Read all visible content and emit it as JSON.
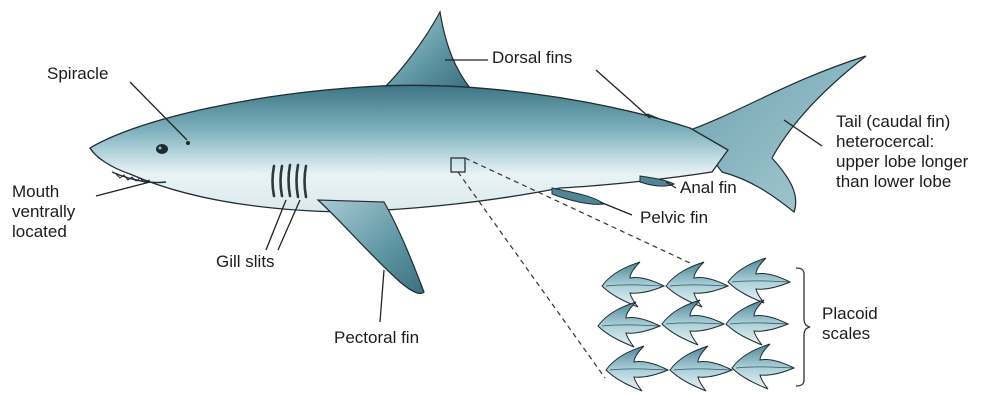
{
  "labels": {
    "spiracle": "Spiracle",
    "dorsal_fins": "Dorsal fins",
    "tail": [
      "Tail (caudal fin)",
      "heterocercal:",
      "upper lobe longer",
      "than lower lobe"
    ],
    "mouth": [
      "Mouth",
      "ventrally",
      "located"
    ],
    "anal_fin": "Anal fin",
    "pelvic_fin": "Pelvic fin",
    "gill_slits": "Gill slits",
    "pectoral_fin": "Pectoral fin",
    "placoid_scales": [
      "Placoid",
      "scales"
    ]
  },
  "colors": {
    "shark_dorsal": "#4d8494",
    "shark_mid": "#8cbcc6",
    "shark_belly": "#e8f2f4",
    "outline": "#1f2d33",
    "leader_line": "#222222"
  }
}
